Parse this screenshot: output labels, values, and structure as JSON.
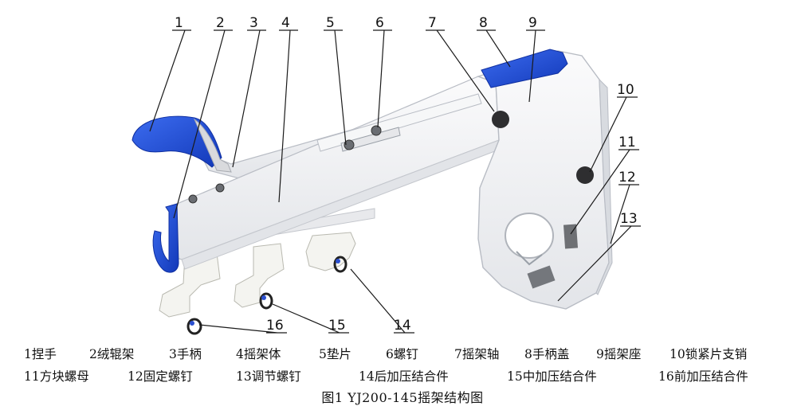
{
  "callouts": [
    "1",
    "2",
    "3",
    "4",
    "5",
    "6",
    "7",
    "8",
    "9",
    "10",
    "11",
    "12",
    "13",
    "14",
    "15",
    "16"
  ],
  "legend_row1": [
    "1捏手",
    "2绒辊架",
    "3手柄",
    "4摇架体",
    "5垫片",
    "6螺钉",
    "7摇架轴",
    "8手柄盖",
    "9摇架座",
    "10锁紧片支销"
  ],
  "legend_row2": [
    "11方块螺母",
    "12固定螺钉",
    "13调节螺钉",
    "14后加压结合件",
    "15中加压结合件",
    "16前加压结合件"
  ],
  "caption": "图1  YJ200-145摇架结构图",
  "colors": {
    "accent": "#1f4fd6",
    "body": "#f1f2f4",
    "outline": "#b8bcc4",
    "pin": "#333333"
  }
}
